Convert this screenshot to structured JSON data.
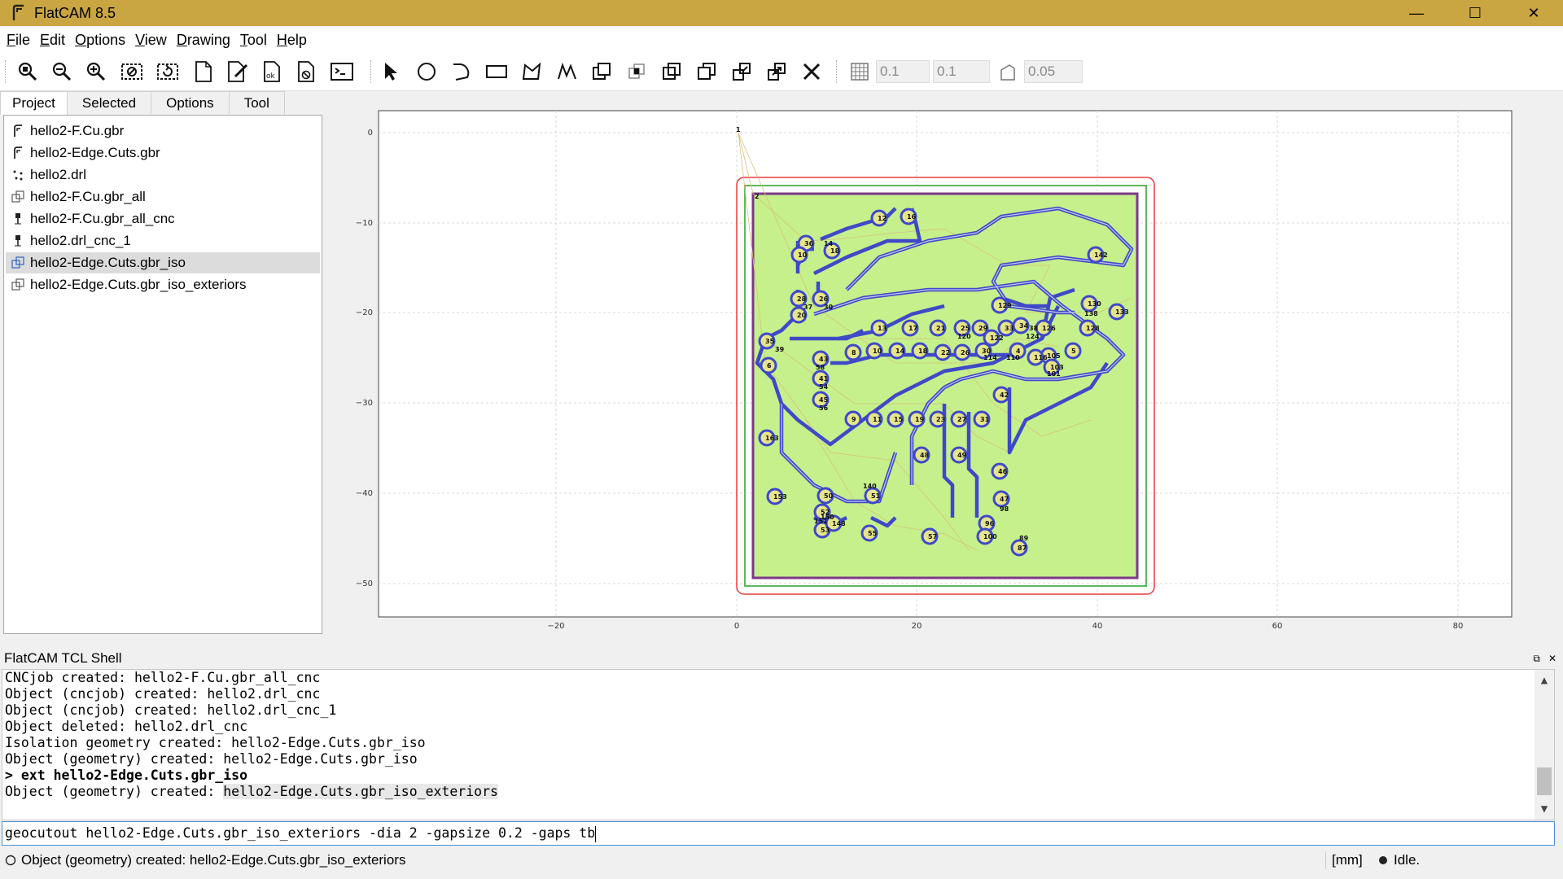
{
  "window": {
    "title": "FlatCAM 8.5",
    "minimize": "—",
    "maximize": "☐",
    "close": "✕"
  },
  "menu": [
    {
      "label": "File",
      "mnemonic": "F",
      "rest": "ile"
    },
    {
      "label": "Edit",
      "mnemonic": "E",
      "rest": "dit"
    },
    {
      "label": "Options",
      "mnemonic": "O",
      "rest": "ptions"
    },
    {
      "label": "View",
      "mnemonic": "V",
      "rest": "iew"
    },
    {
      "label": "Drawing",
      "mnemonic": "D",
      "rest": "rawing"
    },
    {
      "label": "Tool",
      "mnemonic": "T",
      "rest": "ool"
    },
    {
      "label": "Help",
      "mnemonic": "H",
      "rest": "elp"
    }
  ],
  "toolbar": {
    "grid_x": "0.1",
    "grid_y": "0.1",
    "snap_max": "0.05",
    "icons": [
      "zoom-fit-icon",
      "zoom-out-icon",
      "zoom-in-icon",
      "clear-plot-icon",
      "replot-icon",
      "new-geometry-icon",
      "edit-geometry-icon",
      "update-geometry-icon",
      "delete-icon",
      "shell-icon",
      "select-icon",
      "circle-icon",
      "arc-icon",
      "rectangle-icon",
      "polygon-icon",
      "path-icon",
      "union-icon",
      "intersection-icon",
      "subtract-icon",
      "cut-icon",
      "copy-icon",
      "move-icon",
      "delete-shape-icon"
    ]
  },
  "tabs": [
    {
      "label": "Project",
      "active": true
    },
    {
      "label": "Selected",
      "active": false
    },
    {
      "label": "Options",
      "active": false
    },
    {
      "label": "Tool",
      "active": false
    }
  ],
  "project": {
    "items": [
      {
        "name": "hello2-F.Cu.gbr",
        "icon": "gerber-icon",
        "selected": false
      },
      {
        "name": "hello2-Edge.Cuts.gbr",
        "icon": "gerber-icon",
        "selected": false
      },
      {
        "name": "hello2.drl",
        "icon": "drill-icon",
        "selected": false
      },
      {
        "name": "hello2-F.Cu.gbr_all",
        "icon": "geometry-icon",
        "selected": false
      },
      {
        "name": "hello2-F.Cu.gbr_all_cnc",
        "icon": "cnc-icon",
        "selected": false
      },
      {
        "name": "hello2.drl_cnc_1",
        "icon": "cnc-icon",
        "selected": false
      },
      {
        "name": "hello2-Edge.Cuts.gbr_iso",
        "icon": "geometry-icon",
        "selected": true
      },
      {
        "name": "hello2-Edge.Cuts.gbr_iso_exteriors",
        "icon": "geometry-icon",
        "selected": false
      }
    ]
  },
  "plot": {
    "x_ticks": [
      "−20",
      "0",
      "20",
      "40",
      "60",
      "80"
    ],
    "y_ticks": [
      "0",
      "−10",
      "−20",
      "−30",
      "−40",
      "−50"
    ],
    "drill_labels": [
      "1",
      "2",
      "36",
      "10",
      "12",
      "16",
      "18",
      "14",
      "28",
      "37",
      "20",
      "26",
      "30",
      "35",
      "6",
      "39",
      "43",
      "58",
      "41",
      "54",
      "45",
      "56",
      "8",
      "10",
      "14",
      "18",
      "22",
      "26",
      "30",
      "4",
      "5",
      "9",
      "11",
      "15",
      "19",
      "23",
      "27",
      "31",
      "13",
      "17",
      "21",
      "25",
      "29",
      "33",
      "34",
      "38",
      "42",
      "46",
      "47",
      "48",
      "49",
      "50",
      "51",
      "52",
      "53",
      "55",
      "57",
      "129",
      "130",
      "133",
      "138",
      "142",
      "163",
      "153",
      "151",
      "150",
      "148",
      "105",
      "103",
      "101",
      "114",
      "110",
      "116",
      "120",
      "122",
      "124",
      "126",
      "128",
      "140",
      "96",
      "98",
      "100",
      "87",
      "89"
    ],
    "colors": {
      "board_fill": "#c5f08b",
      "board_outline": "#7b3a87",
      "iso": "#3f49c8",
      "edge_green": "#5cb85c",
      "cutout_red": "#e83a3a",
      "pad": "#e7e58a",
      "travel": "#d8c07a"
    }
  },
  "shell": {
    "title": "FlatCAM TCL Shell",
    "float_icon": "⧉",
    "close_icon": "✕",
    "lines": [
      {
        "text": "CNCjob created: hello2-F.Cu.gbr_all_cnc",
        "bold": false
      },
      {
        "text": "Object (cncjob) created: hello2.drl_cnc",
        "bold": false
      },
      {
        "text": "Object (cncjob) created: hello2.drl_cnc_1",
        "bold": false
      },
      {
        "text": "Object deleted: hello2.drl_cnc",
        "bold": false
      },
      {
        "text": "Isolation geometry created: hello2-Edge.Cuts.gbr_iso",
        "bold": false
      },
      {
        "text": "Object (geometry) created: hello2-Edge.Cuts.gbr_iso",
        "bold": false
      },
      {
        "text": "> ext hello2-Edge.Cuts.gbr_iso",
        "bold": true
      },
      {
        "text": "Object (geometry) created: ",
        "bold": false,
        "highlight": "hello2-Edge.Cuts.gbr_iso_exteriors"
      }
    ],
    "input": "geocutout hello2-Edge.Cuts.gbr_iso_exteriors -dia 2 -gapsize 0.2 -gaps tb"
  },
  "status": {
    "message": "Object (geometry) created: hello2-Edge.Cuts.gbr_iso_exteriors",
    "units": "[mm]",
    "state": "Idle."
  }
}
